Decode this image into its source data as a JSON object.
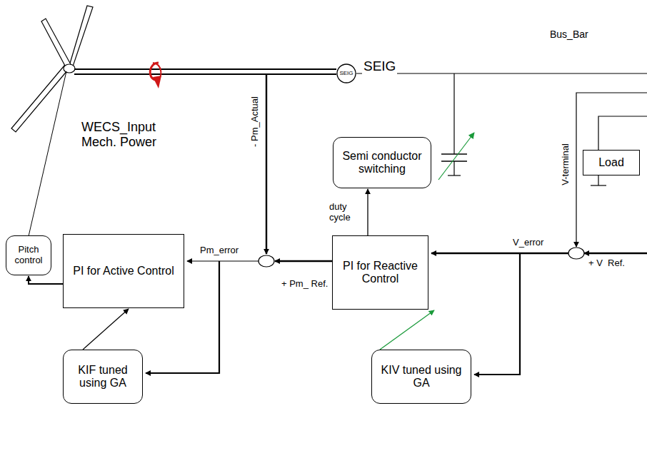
{
  "diagram": {
    "nodes": [
      {
        "text": [
          "SEIG"
        ]
      },
      {
        "text": [
          "Semi conductor switching"
        ]
      },
      {
        "text": [
          "Load"
        ]
      },
      {
        "text": [
          "Pitch control"
        ]
      },
      {
        "text": [
          "PI for Active Control"
        ]
      },
      {
        "text": [
          "PI for Reactive Control"
        ]
      },
      {
        "text": [
          "KIF tuned using GA"
        ]
      },
      {
        "text": [
          "KIV tuned using GA"
        ]
      }
    ],
    "edges": [
      {
        "from": 4,
        "to": 3,
        "arrow": "to"
      },
      {
        "from": 5,
        "to": 1,
        "label": "duty cycle",
        "arrow": "to"
      },
      {
        "from": 6,
        "to": 4,
        "arrow": "to"
      },
      {
        "from": 7,
        "to": 5,
        "arrow": "to"
      }
    ],
    "labels": [
      "Bus_Bar",
      "SEIG",
      "WECS_Input Mech. Power",
      "- Pm_Actual",
      "Pm_error",
      "+ Pm_ Ref.",
      "V-terminal",
      "V_error",
      "+ V  Ref."
    ]
  }
}
